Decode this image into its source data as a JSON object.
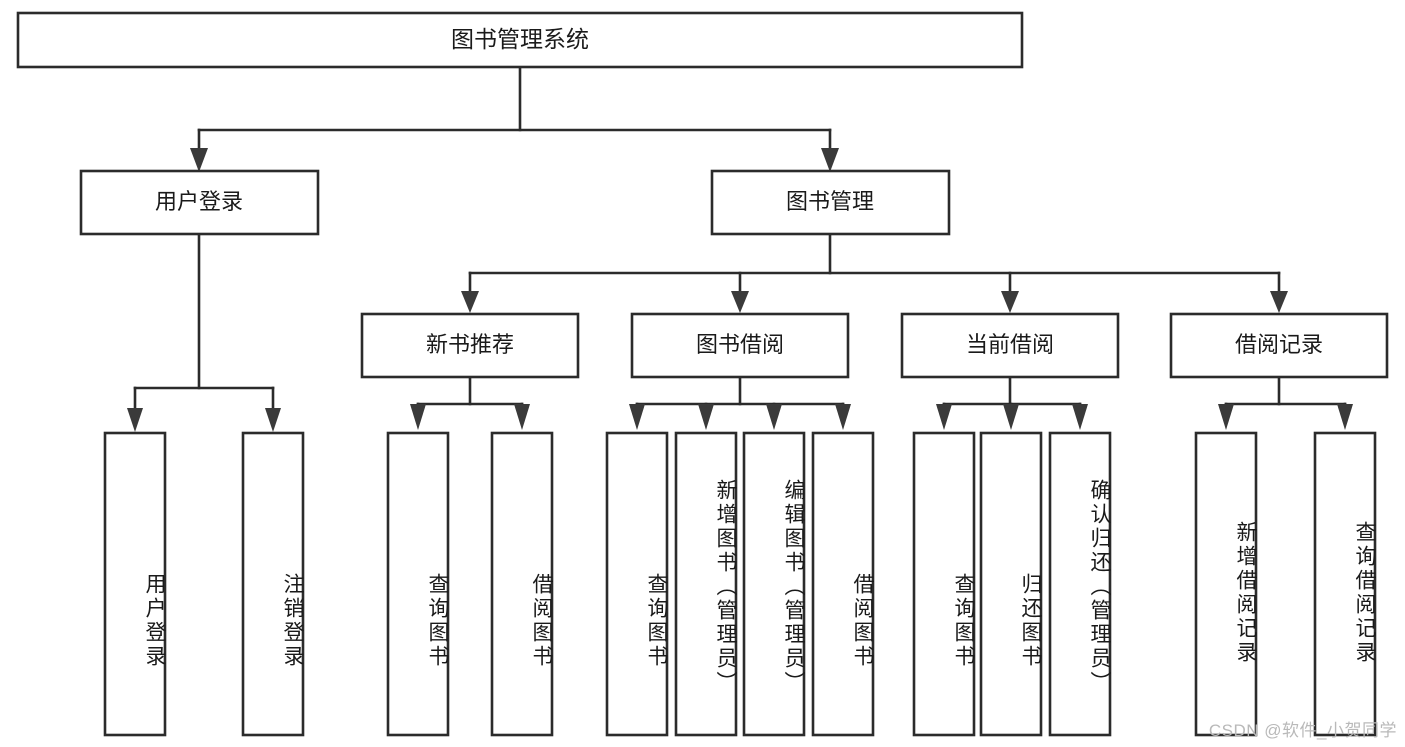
{
  "diagram": {
    "type": "hierarchy-tree",
    "orientation": "top-down",
    "watermark": "CSDN @软件_小贺同学",
    "colors": {
      "stroke": "#2b2b2b",
      "fill": "#ffffff",
      "text": "#1a1a1a",
      "watermark": "#b9b9b9",
      "background": "#ffffff"
    },
    "root": {
      "id": "root",
      "label": "图书管理系统",
      "level": 0
    },
    "level1": [
      {
        "id": "user-login",
        "label": "用户登录"
      },
      {
        "id": "book-management",
        "label": "图书管理"
      }
    ],
    "level2": [
      {
        "id": "new-book-recommend",
        "label": "新书推荐",
        "parent": "book-management"
      },
      {
        "id": "book-borrow",
        "label": "图书借阅",
        "parent": "book-management"
      },
      {
        "id": "current-borrow",
        "label": "当前借阅",
        "parent": "book-management"
      },
      {
        "id": "borrow-record",
        "label": "借阅记录",
        "parent": "book-management"
      }
    ],
    "leaves": {
      "user-login": [
        {
          "id": "leaf-user-login",
          "label": "用户登录"
        },
        {
          "id": "leaf-logout",
          "label": "注销登录"
        }
      ],
      "new-book-recommend": [
        {
          "id": "leaf-query-book-1",
          "label": "查询图书"
        },
        {
          "id": "leaf-borrow-book-1",
          "label": "借阅图书"
        }
      ],
      "book-borrow": [
        {
          "id": "leaf-query-book-2",
          "label": "查询图书"
        },
        {
          "id": "leaf-add-book",
          "label": "新增图书（管理员）"
        },
        {
          "id": "leaf-edit-book",
          "label": "编辑图书（管理员）"
        },
        {
          "id": "leaf-borrow-book-2",
          "label": "借阅图书"
        }
      ],
      "current-borrow": [
        {
          "id": "leaf-query-book-3",
          "label": "查询图书"
        },
        {
          "id": "leaf-return-book",
          "label": "归还图书"
        },
        {
          "id": "leaf-confirm-return",
          "label": "确认归还（管理员）"
        }
      ],
      "borrow-record": [
        {
          "id": "leaf-add-record",
          "label": "新增借阅记录"
        },
        {
          "id": "leaf-query-record",
          "label": "查询借阅记录"
        }
      ]
    }
  }
}
